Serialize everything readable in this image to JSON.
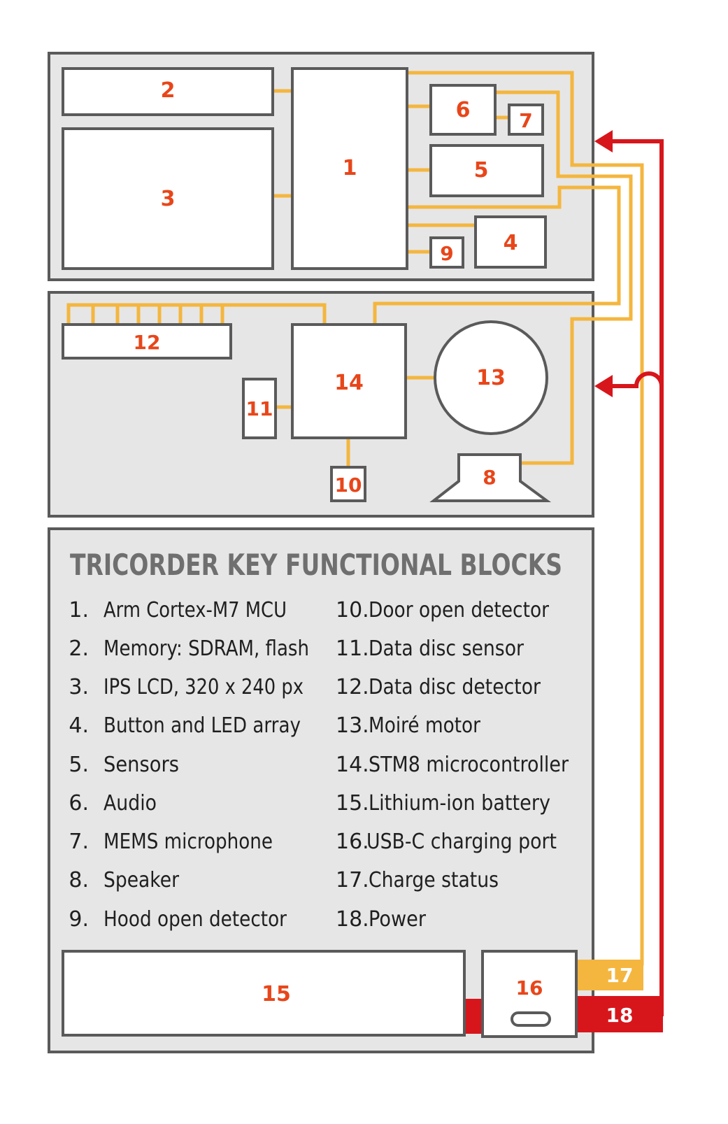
{
  "colors": {
    "panel": "#e6e6e6",
    "outline": "#5a5a5a",
    "box_fill": "#ffffff",
    "number": "#e8461a",
    "signal_wire": "#f4b63e",
    "power_wire": "#d7161c"
  },
  "blocks": {
    "b1": "1",
    "b2": "2",
    "b3": "3",
    "b4": "4",
    "b5": "5",
    "b6": "6",
    "b7": "7",
    "b8": "8",
    "b9": "9",
    "b10": "10",
    "b11": "11",
    "b12": "12",
    "b13": "13",
    "b14": "14",
    "b15": "15",
    "b16": "16",
    "b17": "17",
    "b18": "18"
  },
  "legend": {
    "title": "TRICORDER KEY FUNCTIONAL BLOCKS",
    "left": [
      {
        "num": "1.",
        "text": "Arm Cortex-M7 MCU"
      },
      {
        "num": "2.",
        "text": "Memory: SDRAM, flash"
      },
      {
        "num": "3.",
        "text": "IPS LCD, 320 x 240 px"
      },
      {
        "num": "4.",
        "text": "Button and LED array"
      },
      {
        "num": "5.",
        "text": "Sensors"
      },
      {
        "num": "6.",
        "text": "Audio"
      },
      {
        "num": "7.",
        "text": "MEMS microphone"
      },
      {
        "num": "8.",
        "text": "Speaker"
      },
      {
        "num": "9.",
        "text": "Hood open detector"
      }
    ],
    "right": [
      {
        "num": "10.",
        "text": "Door open detector"
      },
      {
        "num": "11.",
        "text": "Data disc sensor"
      },
      {
        "num": "12.",
        "text": "Data disc detector"
      },
      {
        "num": "13.",
        "text": "Moiré motor"
      },
      {
        "num": "14.",
        "text": "STM8 microcontroller"
      },
      {
        "num": "15.",
        "text": "Lithium-ion battery"
      },
      {
        "num": "16.",
        "text": "USB-C charging port"
      },
      {
        "num": "17.",
        "text": "Charge status"
      },
      {
        "num": "18.",
        "text": "Power"
      }
    ]
  }
}
